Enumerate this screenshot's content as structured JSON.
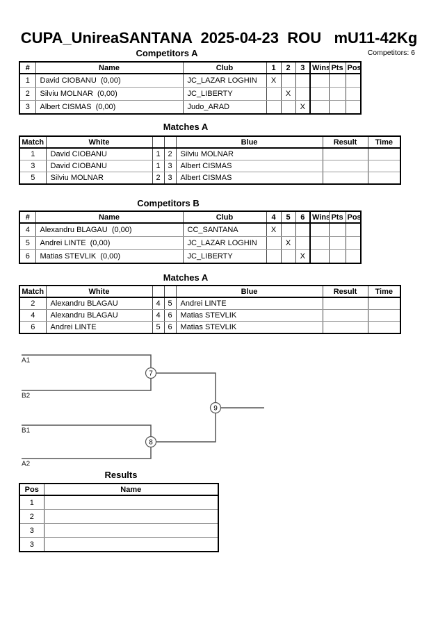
{
  "page": {
    "title": "CUPA_UnireaSANTANA  2025-04-23  ROU   mU11-42Kg",
    "competitors_count": "Competitors: 6"
  },
  "competitors_a": {
    "heading": "Competitors A",
    "headers": {
      "num": "#",
      "name": "Name",
      "club": "Club",
      "c1": "1",
      "c2": "2",
      "c3": "3",
      "wins": "Wins",
      "pts": "Pts",
      "pos": "Pos"
    },
    "rows": [
      {
        "num": "1",
        "name": "David CIOBANU  (0,00)",
        "club": "JC_LAZAR LOGHIN",
        "m1": "X",
        "m2": "",
        "m3": ""
      },
      {
        "num": "2",
        "name": "Silviu MOLNAR  (0,00)",
        "club": "JC_LIBERTY",
        "m1": "",
        "m2": "X",
        "m3": ""
      },
      {
        "num": "3",
        "name": "Albert CISMAS  (0,00)",
        "club": "Judo_ARAD",
        "m1": "",
        "m2": "",
        "m3": "X"
      }
    ]
  },
  "matches_a": {
    "heading": "Matches A",
    "headers": {
      "match": "Match",
      "white": "White",
      "blue": "Blue",
      "result": "Result",
      "time": "Time"
    },
    "rows": [
      {
        "match": "1",
        "white": "David CIOBANU",
        "wn": "1",
        "bn": "2",
        "blue": "Silviu MOLNAR",
        "result": "",
        "time": ""
      },
      {
        "match": "3",
        "white": "David CIOBANU",
        "wn": "1",
        "bn": "3",
        "blue": "Albert CISMAS",
        "result": "",
        "time": ""
      },
      {
        "match": "5",
        "white": "Silviu MOLNAR",
        "wn": "2",
        "bn": "3",
        "blue": "Albert CISMAS",
        "result": "",
        "time": ""
      }
    ]
  },
  "competitors_b": {
    "heading": "Competitors B",
    "headers": {
      "num": "#",
      "name": "Name",
      "club": "Club",
      "c1": "4",
      "c2": "5",
      "c3": "6",
      "wins": "Wins",
      "pts": "Pts",
      "pos": "Pos"
    },
    "rows": [
      {
        "num": "4",
        "name": "Alexandru BLAGAU  (0,00)",
        "club": "CC_SANTANA",
        "m1": "X",
        "m2": "",
        "m3": ""
      },
      {
        "num": "5",
        "name": "Andrei LINTE  (0,00)",
        "club": "JC_LAZAR LOGHIN",
        "m1": "",
        "m2": "X",
        "m3": ""
      },
      {
        "num": "6",
        "name": "Matias STEVLIK  (0,00)",
        "club": "JC_LIBERTY",
        "m1": "",
        "m2": "",
        "m3": "X"
      }
    ]
  },
  "matches_b": {
    "heading": "Matches A",
    "headers": {
      "match": "Match",
      "white": "White",
      "blue": "Blue",
      "result": "Result",
      "time": "Time"
    },
    "rows": [
      {
        "match": "2",
        "white": "Alexandru BLAGAU",
        "wn": "4",
        "bn": "5",
        "blue": "Andrei LINTE",
        "result": "",
        "time": ""
      },
      {
        "match": "4",
        "white": "Alexandru BLAGAU",
        "wn": "4",
        "bn": "6",
        "blue": "Matias STEVLIK",
        "result": "",
        "time": ""
      },
      {
        "match": "6",
        "white": "Andrei LINTE",
        "wn": "5",
        "bn": "6",
        "blue": "Matias STEVLIK",
        "result": "",
        "time": ""
      }
    ]
  },
  "bracket": {
    "slot_labels": [
      "A1",
      "B2",
      "B1",
      "A2"
    ],
    "match_numbers": [
      "7",
      "8",
      "9"
    ]
  },
  "results": {
    "heading": "Results",
    "headers": {
      "pos": "Pos",
      "name": "Name"
    },
    "rows": [
      {
        "pos": "1",
        "name": ""
      },
      {
        "pos": "2",
        "name": ""
      },
      {
        "pos": "3",
        "name": ""
      },
      {
        "pos": "3",
        "name": ""
      }
    ]
  },
  "colors": {
    "bracket_line": "#555555",
    "table_border": "#000000"
  }
}
